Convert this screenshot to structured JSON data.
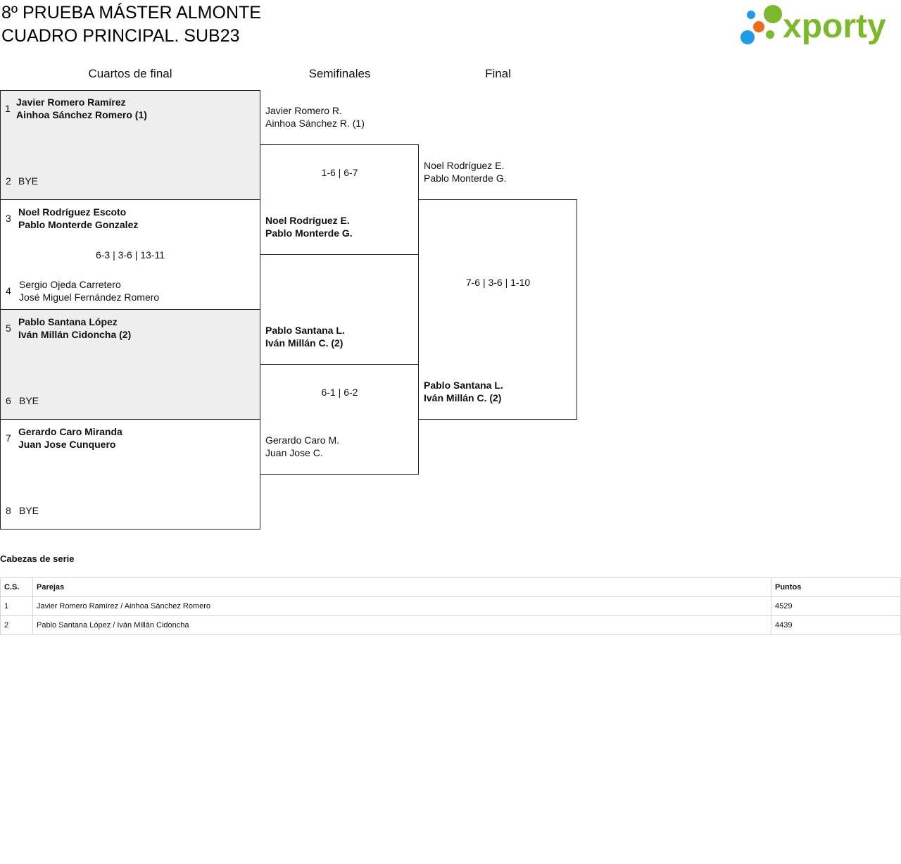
{
  "header": {
    "title_line1": "8º PRUEBA MÁSTER ALMONTE",
    "title_line2": "CUADRO PRINCIPAL. SUB23",
    "logo_text": "xporty"
  },
  "rounds": {
    "quarters": "Cuartos de final",
    "semis": "Semifinales",
    "final": "Final"
  },
  "quarters": [
    {
      "seed_a": "1",
      "a1": "Javier Romero Ramírez",
      "a2": "Ainhoa Sánchez Romero (1)",
      "seed_b": "2",
      "b1": "BYE",
      "b2": "",
      "score": ""
    },
    {
      "seed_a": "3",
      "a1": "Noel Rodríguez Escoto",
      "a2": "Pablo Monterde Gonzalez",
      "seed_b": "4",
      "b1": "Sergio Ojeda Carretero",
      "b2": "José Miguel Fernández Romero",
      "score": "6-3 | 3-6 | 13-11"
    },
    {
      "seed_a": "5",
      "a1": "Pablo Santana López",
      "a2": "Iván Millán Cidoncha (2)",
      "seed_b": "6",
      "b1": "BYE",
      "b2": "",
      "score": ""
    },
    {
      "seed_a": "7",
      "a1": "Gerardo Caro Miranda",
      "a2": "Juan Jose Cunquero",
      "seed_b": "8",
      "b1": "BYE",
      "b2": "",
      "score": ""
    }
  ],
  "semis": [
    {
      "a1": "Javier Romero R.",
      "a2": "Ainhoa Sánchez R. (1)",
      "score": "1-6 | 6-7",
      "b1": "Noel Rodríguez E.",
      "b2": "Pablo Monterde G."
    },
    {
      "a1": "Pablo Santana L.",
      "a2": "Iván Millán C. (2)",
      "score": "6-1 | 6-2",
      "b1": "Gerardo Caro M.",
      "b2": "Juan Jose C."
    }
  ],
  "final": {
    "a1": "Noel Rodríguez E.",
    "a2": "Pablo Monterde G.",
    "score": "7-6 | 3-6 | 1-10",
    "b1": "Pablo Santana L.",
    "b2": "Iván Millán C. (2)"
  },
  "seeds_section": {
    "title": "Cabezas de serie",
    "headers": {
      "cs": "C.S.",
      "pair": "Parejas",
      "points": "Puntos"
    },
    "rows": [
      {
        "cs": "1",
        "pair": "Javier Romero Ramírez / Ainhoa Sánchez Romero",
        "points": "4529"
      },
      {
        "cs": "2",
        "pair": "Pablo Santana López / Iván Millán Cidoncha",
        "points": "4439"
      }
    ]
  },
  "colors": {
    "logo_green": "#7bb82a",
    "logo_blue": "#1e9be8",
    "logo_orange": "#ec6b1c",
    "winner_bg": "#eeeeee"
  }
}
